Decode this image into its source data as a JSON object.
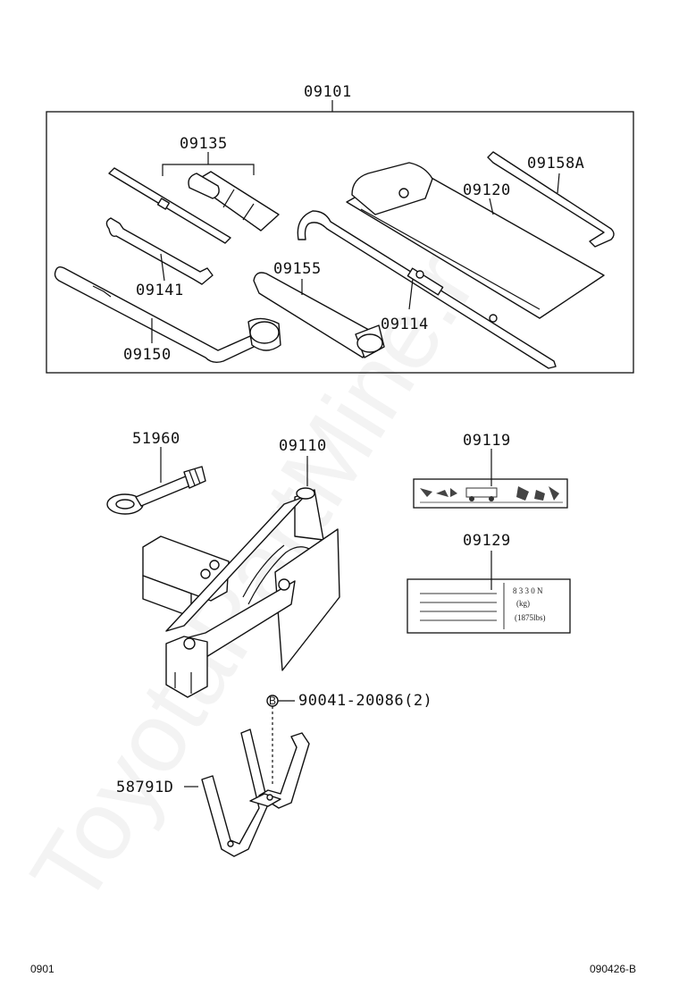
{
  "watermark": "ToyotaPartMine.ru",
  "group_label": "09101",
  "parts": {
    "p09135": "09135",
    "p09158a": "09158A",
    "p09120": "09120",
    "p09141": "09141",
    "p09155": "09155",
    "p09114": "09114",
    "p09150": "09150",
    "p51960": "51960",
    "p09110": "09110",
    "p09119": "09119",
    "p09129": "09129",
    "p90041": "90041-20086(2)",
    "p58791d": "58791D"
  },
  "bolt_marker": "B",
  "label_card": {
    "line1": "8 3 3 0 N",
    "line2": "(kg)",
    "line3": "(1875lbs)"
  },
  "footer": {
    "left": "0901",
    "right": "090426-B"
  }
}
